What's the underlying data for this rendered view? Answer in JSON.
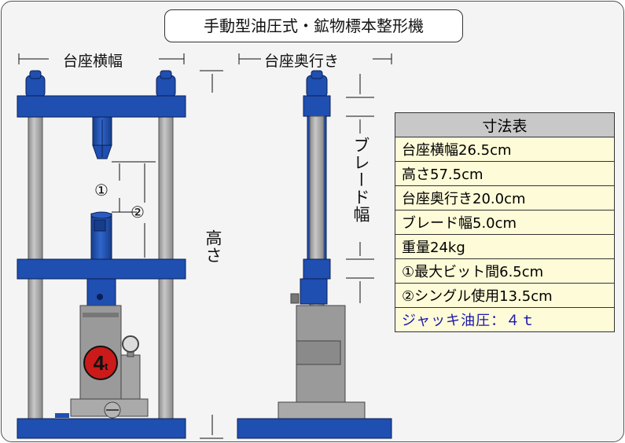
{
  "title": "手動型油圧式・鉱物標本整形機",
  "dimensions": {
    "width_label": "台座横幅",
    "depth_label": "台座奥行き",
    "height_label": "高さ",
    "blade_width_label": "ブレード幅",
    "marker_1": "①",
    "marker_2": "②"
  },
  "jack_badge": {
    "number": "4",
    "unit": "t"
  },
  "spec_table": {
    "header": "寸法表",
    "rows": [
      "台座横幅26.5cm",
      "高さ57.5cm",
      "台座奥行き20.0cm",
      "ブレード幅5.0cm",
      "重量24kg",
      "①最大ビット間6.5cm",
      "②シングル使用13.5cm",
      "ジャッキ油圧：４ｔ"
    ]
  },
  "colors": {
    "frame_blue": "#1f4fb0",
    "post_gray": "#a9a9a9",
    "jack_gray": "#9a9a9a",
    "table_header": "#c8c8c8",
    "table_cell": "#fefbd8",
    "accent_text": "#1a17a8",
    "badge_red": "#cc1a1a"
  }
}
